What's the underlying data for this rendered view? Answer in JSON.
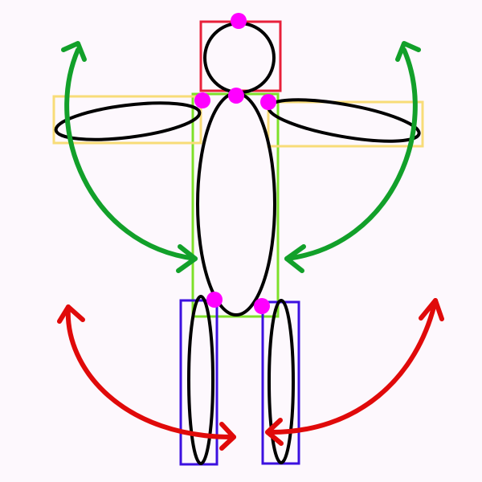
{
  "figure": {
    "background": "#fdf8fd",
    "body_parts": [
      "head",
      "torso",
      "left-arm",
      "right-arm",
      "left-leg",
      "right-leg"
    ],
    "colors": {
      "head_box": "#e8203a",
      "torso_box": "#7ee02a",
      "arm_box": "#f8dc78",
      "leg_box": "#3c10e0",
      "joint": "#ff00ff",
      "arm_rotation_arrow": "#12a02a",
      "leg_rotation_arrow": "#e00a0a",
      "outline": "#000000"
    },
    "joints": [
      "head-top",
      "neck",
      "left-shoulder",
      "right-shoulder",
      "left-hip",
      "right-hip"
    ],
    "rotation_arrows": [
      "left-arm-rotation",
      "right-arm-rotation",
      "left-leg-rotation",
      "right-leg-rotation"
    ]
  }
}
